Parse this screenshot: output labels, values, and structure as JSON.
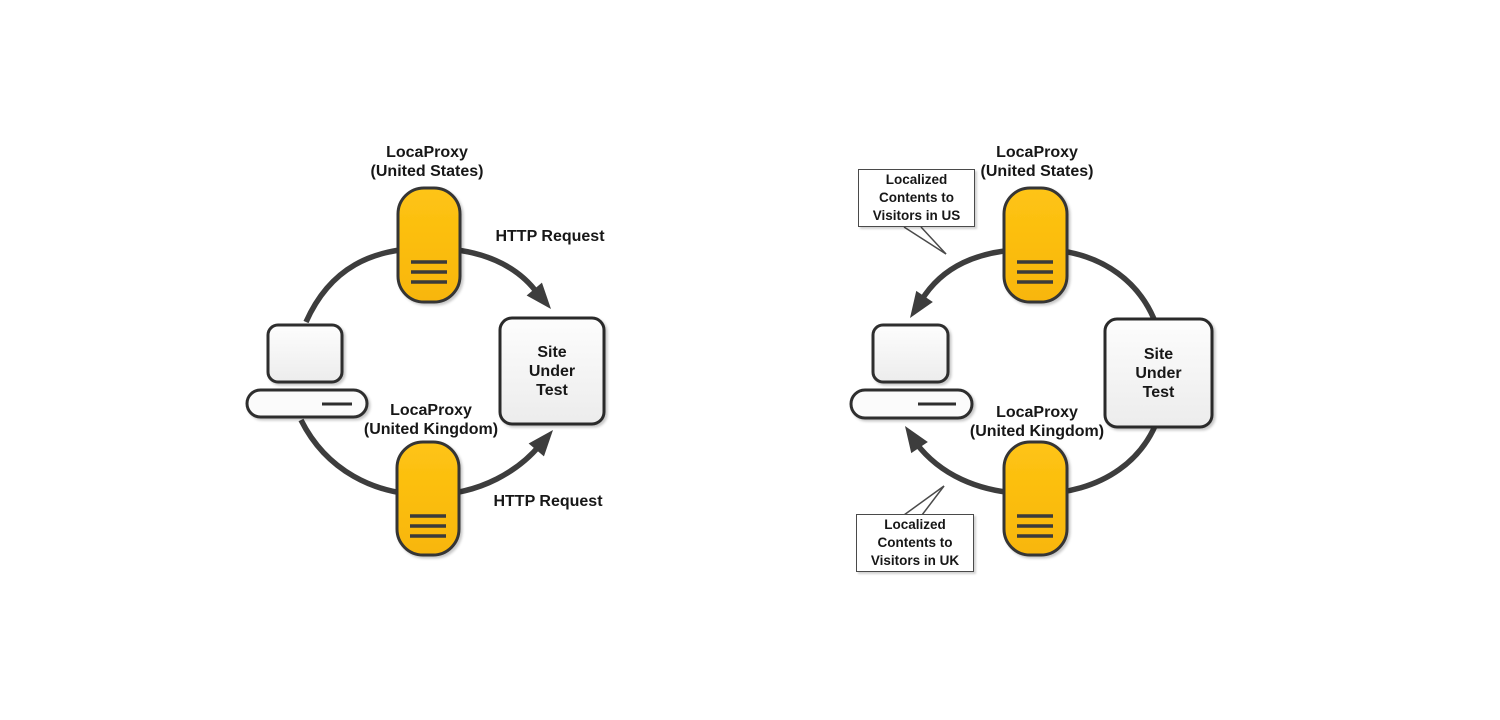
{
  "title": "LocaProxy localization testing diagram",
  "colors": {
    "server_fill": "#FDBE10",
    "line_dark": "#3D3D3D",
    "box_fill_light": "#F7F7F7",
    "callout_fill": "#FFFFFF",
    "text": "#171717",
    "background": "#FFFFFF"
  },
  "left_diagram": {
    "proxy_us": {
      "label": [
        "LocaProxy",
        "(United States)"
      ]
    },
    "proxy_uk": {
      "label": [
        "LocaProxy",
        "(United Kingdom)"
      ]
    },
    "request_top": "HTTP Request",
    "request_bottom": "HTTP Request",
    "site": [
      "Site",
      "Under",
      "Test"
    ]
  },
  "right_diagram": {
    "proxy_us": {
      "label": [
        "LocaProxy",
        "(United States)"
      ]
    },
    "proxy_uk": {
      "label": [
        "LocaProxy",
        "(United Kingdom)"
      ]
    },
    "callout_us": [
      "Localized",
      "Contents to",
      "Visitors in US"
    ],
    "callout_uk": [
      "Localized",
      "Contents to",
      "Visitors in UK"
    ],
    "site": [
      "Site",
      "Under",
      "Test"
    ]
  }
}
